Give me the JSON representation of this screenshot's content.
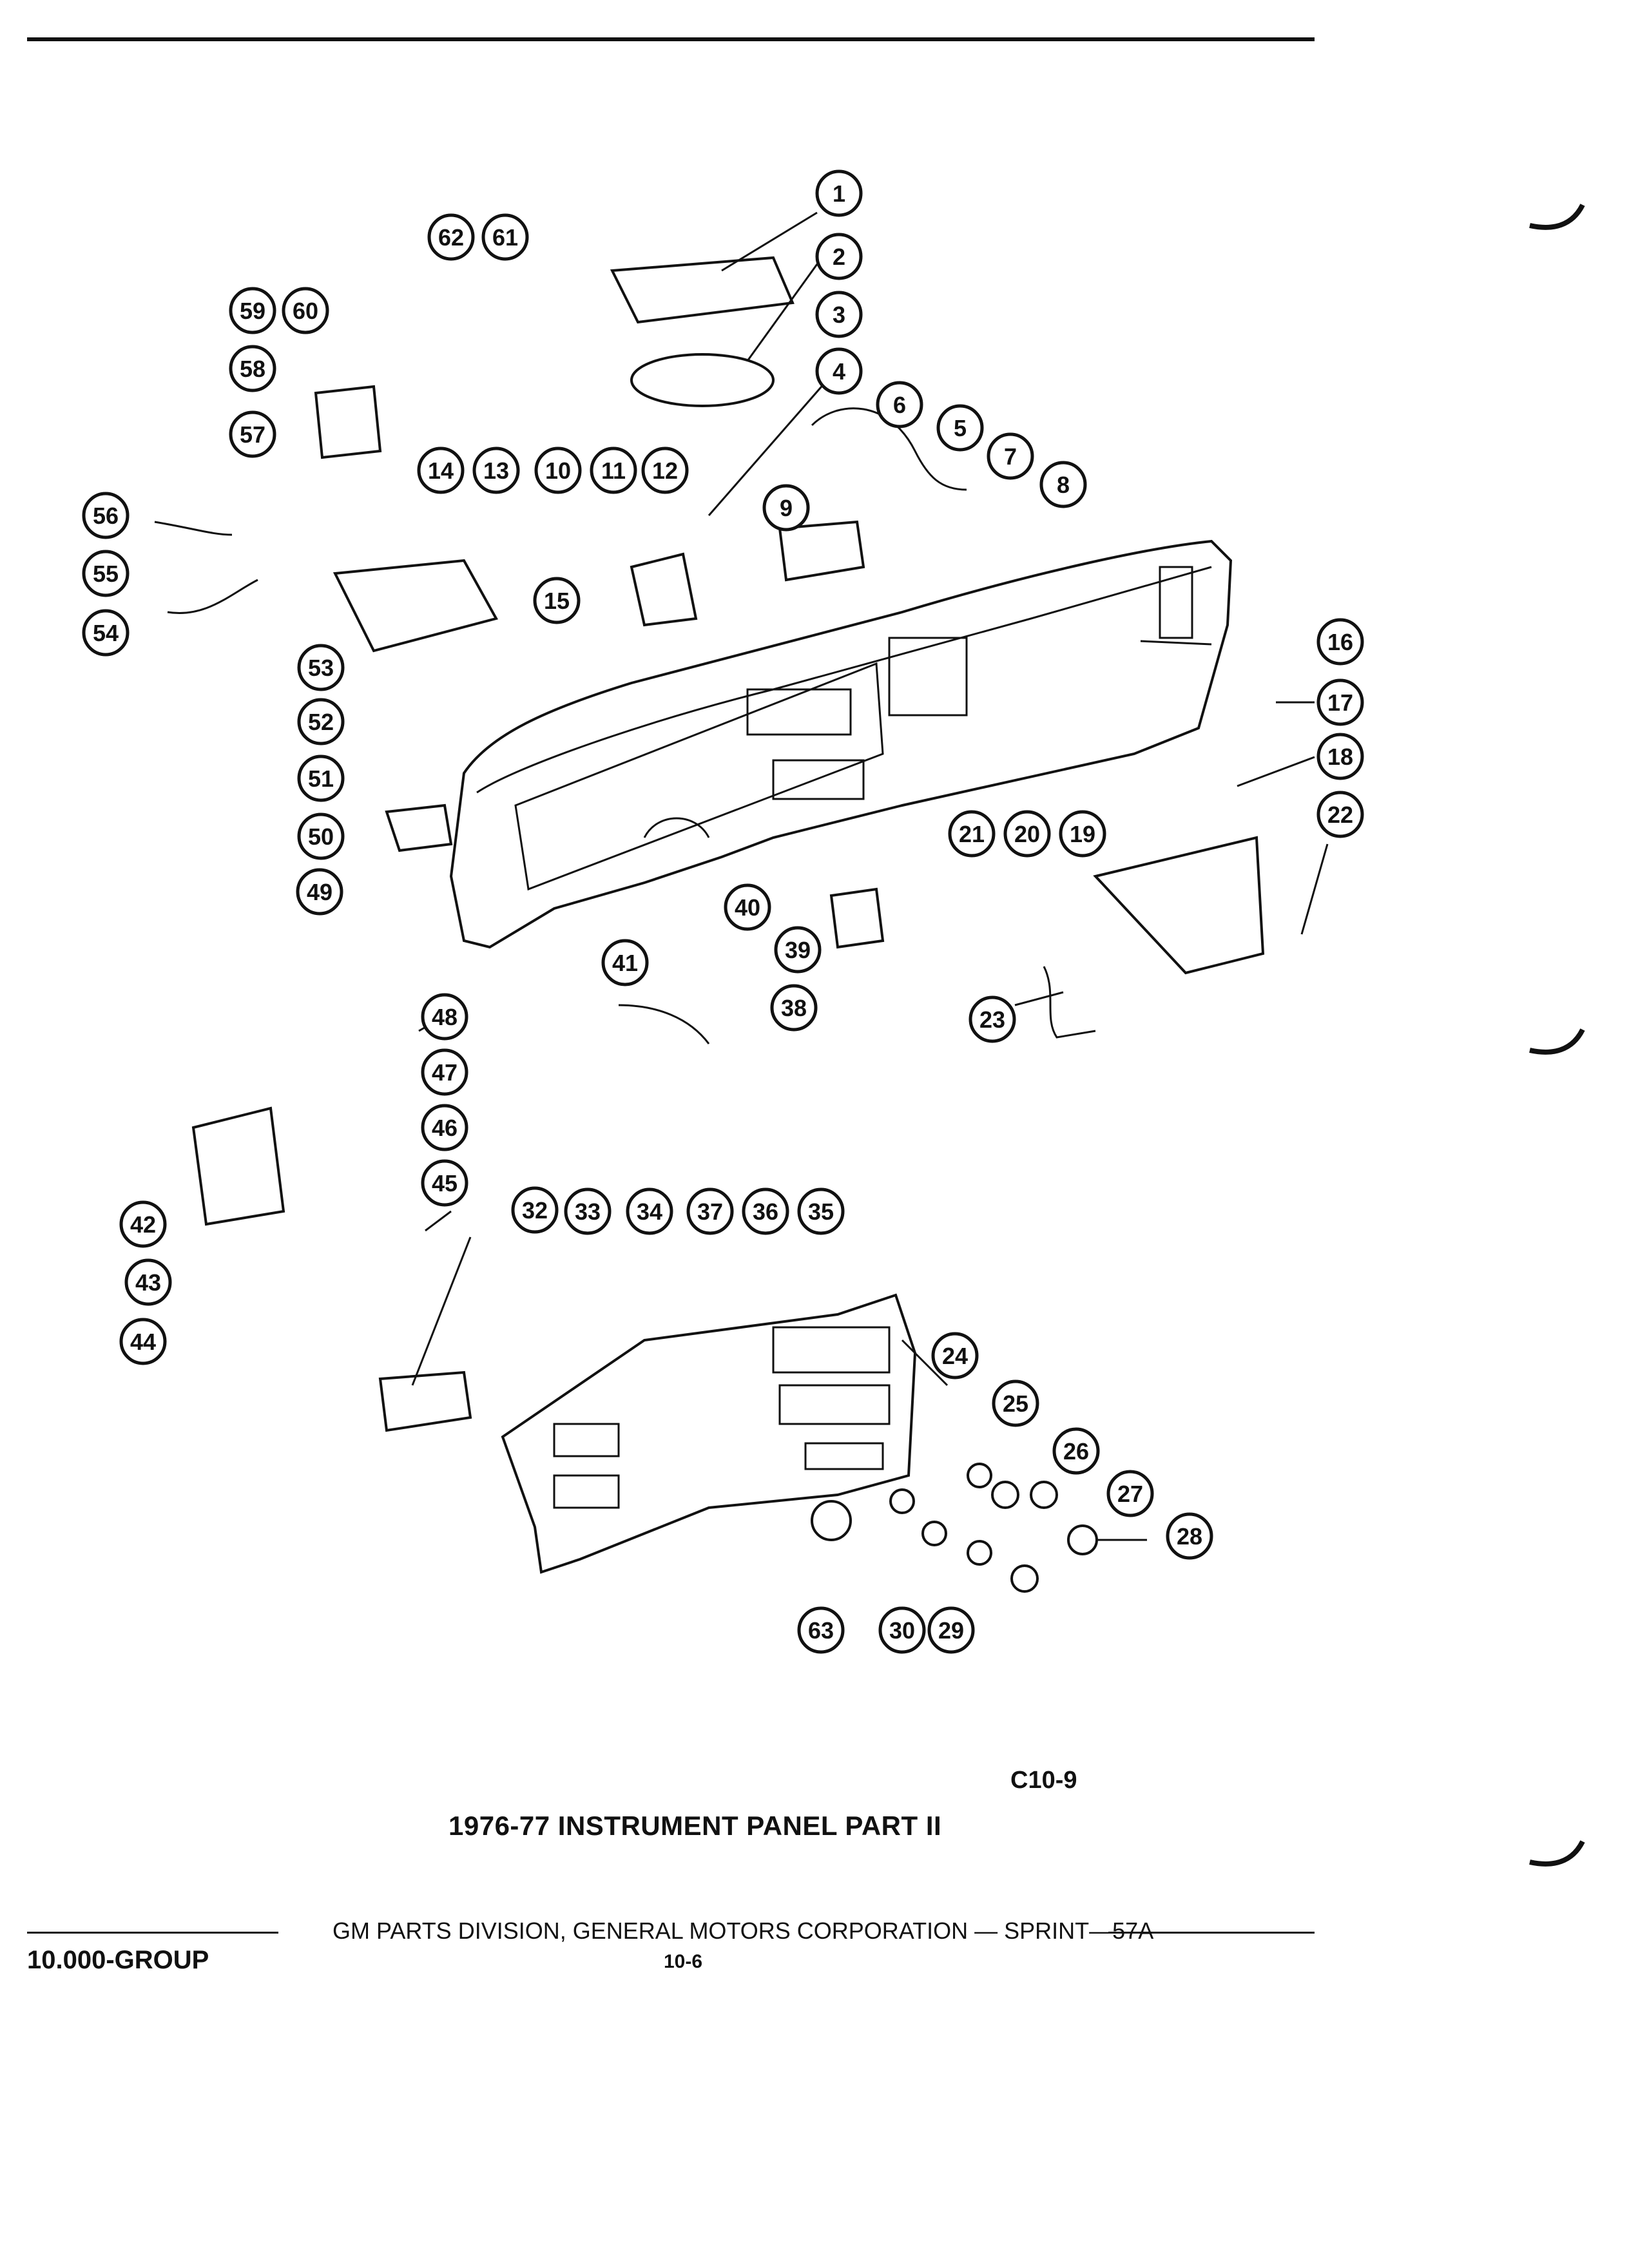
{
  "figure": {
    "code": "C10-9",
    "title": "1976-77 INSTRUMENT PANEL PART II"
  },
  "callouts": [
    "1",
    "2",
    "3",
    "4",
    "5",
    "6",
    "7",
    "8",
    "9",
    "10",
    "11",
    "12",
    "13",
    "14",
    "15",
    "16",
    "17",
    "18",
    "19",
    "20",
    "21",
    "22",
    "23",
    "24",
    "25",
    "26",
    "27",
    "28",
    "29",
    "30",
    "32",
    "33",
    "34",
    "35",
    "36",
    "37",
    "38",
    "39",
    "40",
    "41",
    "42",
    "43",
    "44",
    "45",
    "46",
    "47",
    "48",
    "49",
    "50",
    "51",
    "52",
    "53",
    "54",
    "55",
    "56",
    "57",
    "58",
    "59",
    "60",
    "61",
    "62",
    "63"
  ],
  "footer": {
    "credit": "GM PARTS DIVISION, GENERAL MOTORS CORPORATION — SPRINT—57A",
    "group": "10.000-GROUP",
    "page": "10-6"
  }
}
